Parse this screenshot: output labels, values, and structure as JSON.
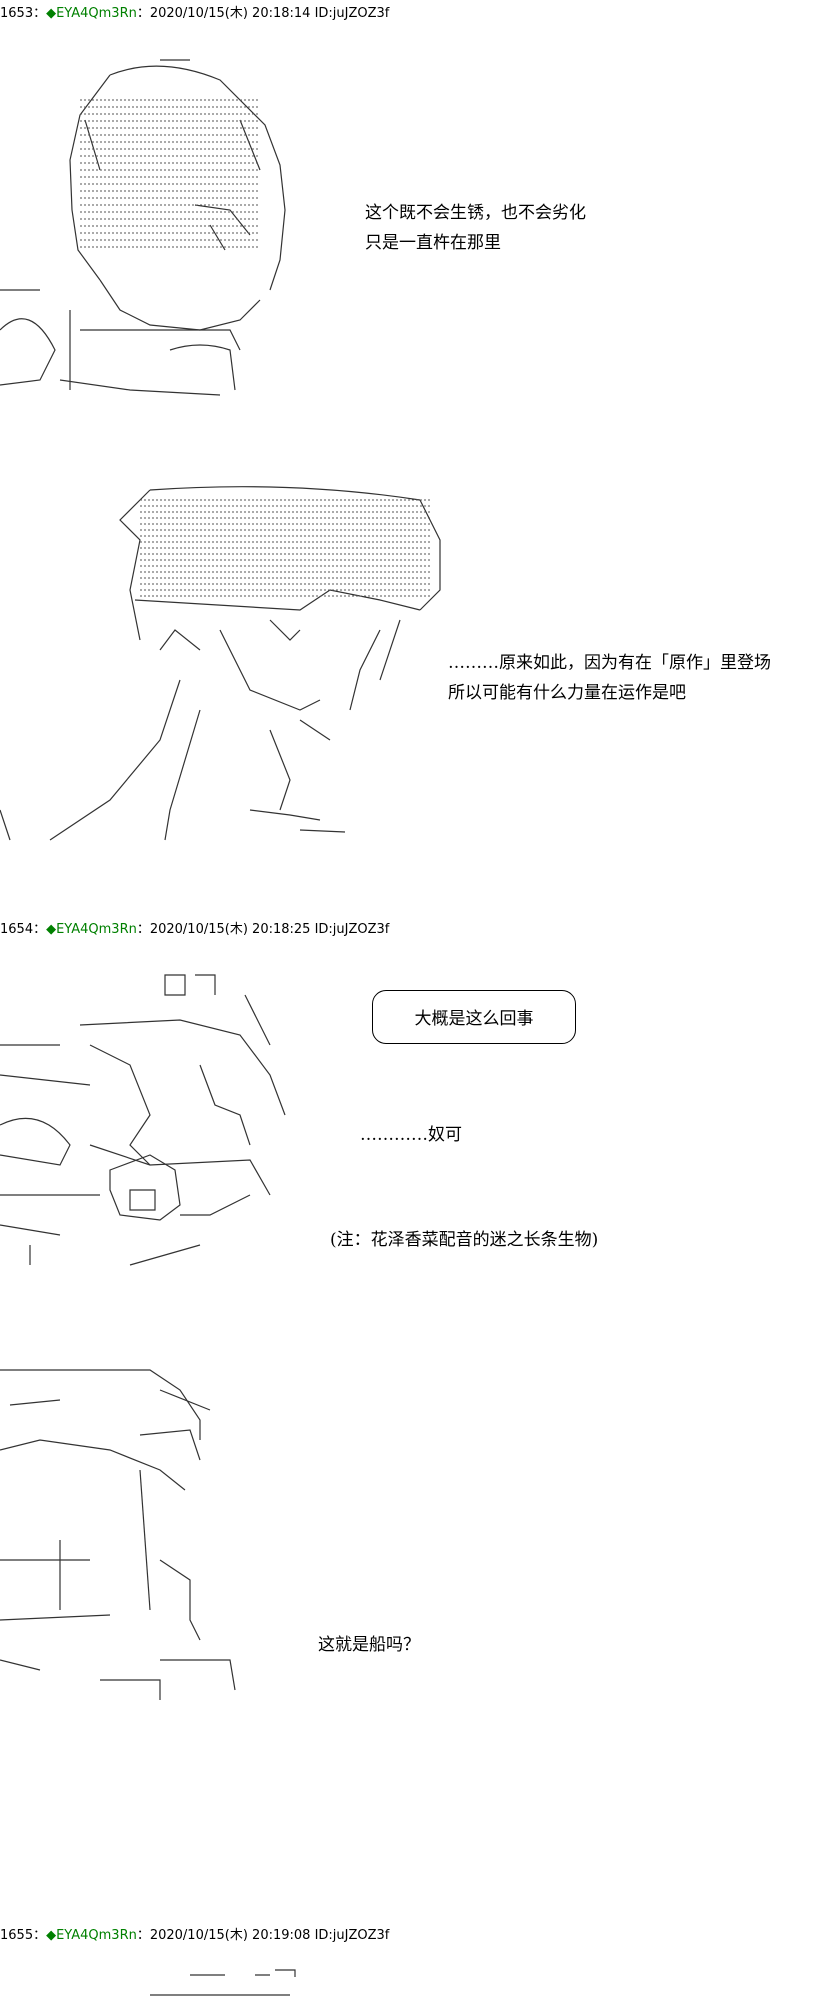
{
  "posts": [
    {
      "num": "1653：",
      "name": "◆EYA4Qm3Rn",
      "meta": "：2020/10/15(木) 20:18:14 ID:juJZOZ3f"
    },
    {
      "num": "1654：",
      "name": "◆EYA4Qm3Rn",
      "meta": "：2020/10/15(木) 20:18:25 ID:juJZOZ3f"
    },
    {
      "num": "1655：",
      "name": "◆EYA4Qm3Rn",
      "meta": "：2020/10/15(木) 20:19:08 ID:juJZOZ3f"
    }
  ],
  "captions": {
    "c1_line1": "这个既不会生锈，也不会劣化",
    "c1_line2": "只是一直杵在那里",
    "c2_line1": "………原来如此，因为有在「原作」里登场",
    "c2_line2": "所以可能有什么力量在运作是吧",
    "bubble": "大概是这么回事",
    "c3": "…………奴可",
    "c4": "(注：花泽香菜配音的迷之长条生物)",
    "c5": "这就是船吗？"
  },
  "colors": {
    "name_green": "#008000",
    "text": "#000000",
    "background": "#ffffff"
  }
}
